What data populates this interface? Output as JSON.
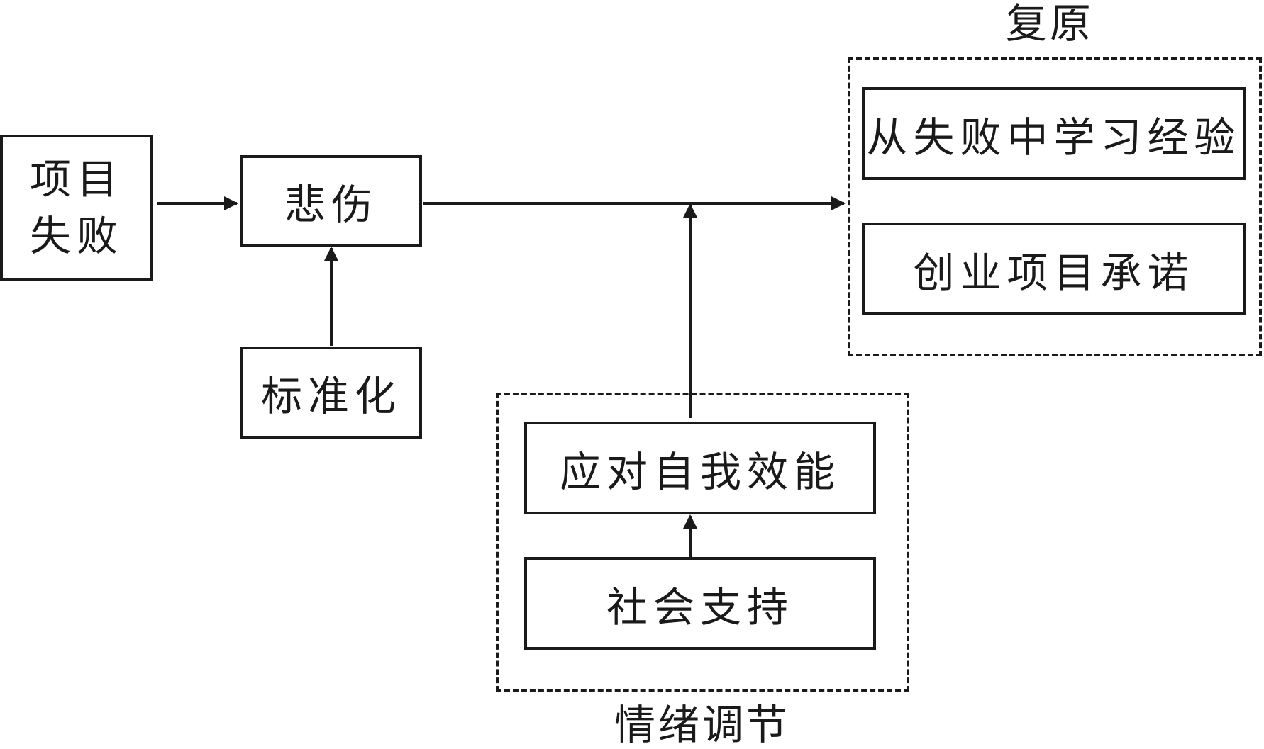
{
  "nodes": {
    "project_failure": {
      "line1": "项目",
      "line2": "失败"
    },
    "grief": {
      "label": "悲伤"
    },
    "normalization": {
      "label": "标准化"
    },
    "coping_self_efficacy": {
      "label": "应对自我效能"
    },
    "social_support": {
      "label": "社会支持"
    },
    "learning_from_failure": {
      "label": "从失败中学习经验"
    },
    "venture_commitment": {
      "label": "创业项目承诺"
    }
  },
  "groups": {
    "recovery": {
      "label": "复原"
    },
    "emotion_regulation": {
      "label": "情绪调节"
    }
  },
  "edges": [
    {
      "from": "project_failure",
      "to": "grief"
    },
    {
      "from": "normalization",
      "to": "grief"
    },
    {
      "from": "grief",
      "to": "recovery"
    },
    {
      "from": "emotion_regulation",
      "to": "grief-recovery-edge"
    },
    {
      "from": "social_support",
      "to": "coping_self_efficacy"
    }
  ]
}
